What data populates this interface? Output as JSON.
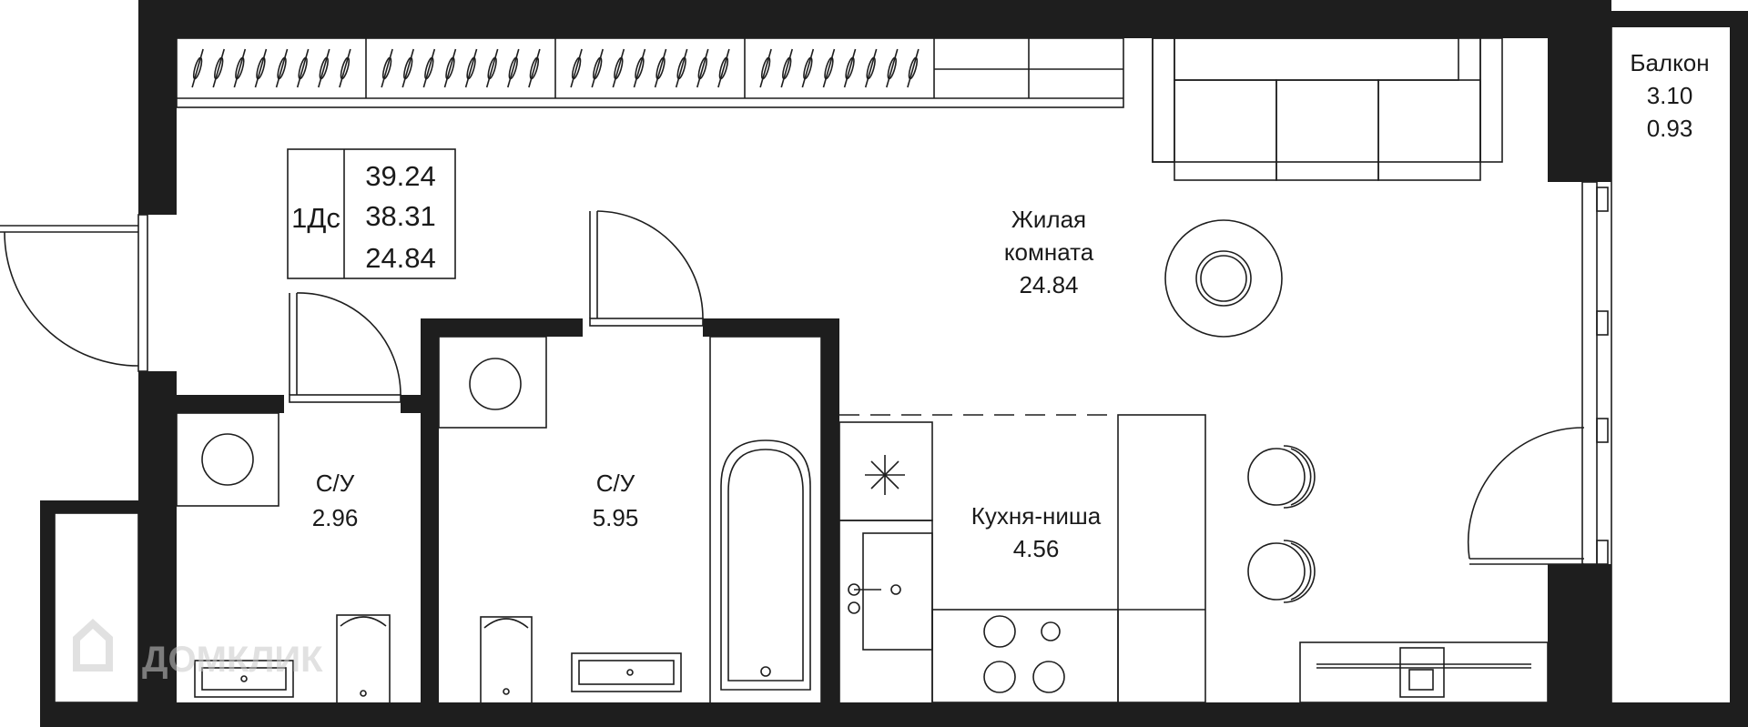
{
  "summary": {
    "type": "1Дс",
    "area_total": "39.24",
    "area_living_total": "38.31",
    "area_living": "24.84"
  },
  "rooms": {
    "living": {
      "name_line1": "Жилая",
      "name_line2": "комната",
      "area": "24.84"
    },
    "kitchen": {
      "name": "Кухня-ниша",
      "area": "4.56"
    },
    "bath_small": {
      "name": "С/У",
      "area": "2.96"
    },
    "bath_large": {
      "name": "С/У",
      "area": "5.95"
    },
    "balcony": {
      "name": "Балкон",
      "area": "3.10",
      "area_reduced": "0.93"
    }
  },
  "watermark": {
    "text": "ДОМКЛИК"
  },
  "colors": {
    "wall": "#1e1e1e",
    "line": "#1e1e1e",
    "watermark": "#c9c9c9",
    "background": "#ffffff"
  }
}
